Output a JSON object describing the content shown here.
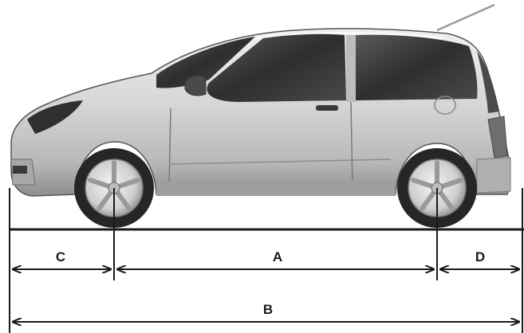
{
  "dimension_labels": {
    "wheelbase": "A",
    "overall_length": "B",
    "front_overhang": "C",
    "rear_overhang": "D"
  },
  "colors": {
    "line": "#1a1a1a",
    "body_light": "#e4e4e4",
    "body_mid": "#bdbdbd",
    "body_dark": "#7a7a7a",
    "glass": "#3a3a3a",
    "tire": "#262626",
    "rim": "#d8d8d8"
  },
  "icons": {
    "vehicle": "car-side-view-icon"
  }
}
